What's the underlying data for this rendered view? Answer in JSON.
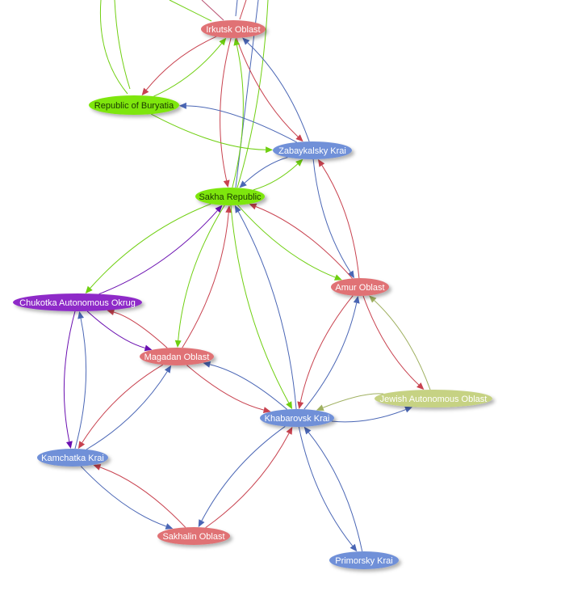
{
  "colors": {
    "red": "#c8424f",
    "green": "#6fcf10",
    "blue": "#4a66b5",
    "purple": "#6a0fb0",
    "olive": "#9fb060",
    "node_red": "#e07275",
    "node_green": "#7ee60a",
    "node_blue": "#7090d8",
    "node_purple": "#8e2bc8",
    "node_olive": "#c6d283"
  },
  "nodes": [
    {
      "id": "irkutsk",
      "label": "Irkutsk Oblast",
      "fill": "node_red",
      "text": "#ffffff"
    },
    {
      "id": "buryatia",
      "label": "Republic of Buryatia",
      "fill": "node_green",
      "text": "#1a3a00"
    },
    {
      "id": "zabaykalsky",
      "label": "Zabaykalsky Krai",
      "fill": "node_blue",
      "text": "#ffffff"
    },
    {
      "id": "sakha",
      "label": "Sakha Republic",
      "fill": "node_green",
      "text": "#1a3a00"
    },
    {
      "id": "amur",
      "label": "Amur Oblast",
      "fill": "node_red",
      "text": "#ffffff"
    },
    {
      "id": "chukotka",
      "label": "Chukotka Autonomous Okrug",
      "fill": "node_purple",
      "text": "#ffffff"
    },
    {
      "id": "magadan",
      "label": "Magadan Oblast",
      "fill": "node_red",
      "text": "#ffffff"
    },
    {
      "id": "jewish",
      "label": "Jewish Autonomous Oblast",
      "fill": "node_olive",
      "text": "#ffffff"
    },
    {
      "id": "khabarovsk",
      "label": "Khabarovsk Krai",
      "fill": "node_blue",
      "text": "#ffffff"
    },
    {
      "id": "kamchatka",
      "label": "Kamchatka Krai",
      "fill": "node_blue",
      "text": "#ffffff"
    },
    {
      "id": "sakhalin",
      "label": "Sakhalin Oblast",
      "fill": "node_red",
      "text": "#ffffff"
    },
    {
      "id": "primorsky",
      "label": "Primorsky Krai",
      "fill": "node_blue",
      "text": "#ffffff"
    }
  ],
  "edges": [
    [
      "irkutsk",
      "buryatia",
      "red"
    ],
    [
      "buryatia",
      "irkutsk",
      "green"
    ],
    [
      "irkutsk",
      "zabaykalsky",
      "red"
    ],
    [
      "zabaykalsky",
      "irkutsk",
      "blue"
    ],
    [
      "irkutsk",
      "sakha",
      "red"
    ],
    [
      "sakha",
      "irkutsk",
      "green"
    ],
    [
      "buryatia",
      "zabaykalsky",
      "green"
    ],
    [
      "zabaykalsky",
      "buryatia",
      "blue"
    ],
    [
      "sakha",
      "zabaykalsky",
      "green"
    ],
    [
      "zabaykalsky",
      "sakha",
      "blue"
    ],
    [
      "zabaykalsky",
      "amur",
      "blue"
    ],
    [
      "amur",
      "zabaykalsky",
      "red"
    ],
    [
      "sakha",
      "amur",
      "green"
    ],
    [
      "amur",
      "sakha",
      "red"
    ],
    [
      "sakha",
      "chukotka",
      "green"
    ],
    [
      "chukotka",
      "sakha",
      "purple"
    ],
    [
      "sakha",
      "magadan",
      "green"
    ],
    [
      "magadan",
      "sakha",
      "red"
    ],
    [
      "sakha",
      "khabarovsk",
      "green"
    ],
    [
      "khabarovsk",
      "sakha",
      "blue"
    ],
    [
      "chukotka",
      "magadan",
      "purple"
    ],
    [
      "magadan",
      "chukotka",
      "red"
    ],
    [
      "chukotka",
      "kamchatka",
      "purple"
    ],
    [
      "kamchatka",
      "chukotka",
      "blue"
    ],
    [
      "magadan",
      "kamchatka",
      "red"
    ],
    [
      "kamchatka",
      "magadan",
      "blue"
    ],
    [
      "magadan",
      "khabarovsk",
      "red"
    ],
    [
      "khabarovsk",
      "magadan",
      "blue"
    ],
    [
      "amur",
      "khabarovsk",
      "red"
    ],
    [
      "khabarovsk",
      "amur",
      "blue"
    ],
    [
      "amur",
      "jewish",
      "red"
    ],
    [
      "jewish",
      "amur",
      "olive"
    ],
    [
      "jewish",
      "khabarovsk",
      "olive"
    ],
    [
      "khabarovsk",
      "jewish",
      "blue"
    ],
    [
      "khabarovsk",
      "sakhalin",
      "blue"
    ],
    [
      "sakhalin",
      "khabarovsk",
      "red"
    ],
    [
      "kamchatka",
      "sakhalin",
      "blue"
    ],
    [
      "sakhalin",
      "kamchatka",
      "red"
    ],
    [
      "khabarovsk",
      "primorsky",
      "blue"
    ],
    [
      "primorsky",
      "khabarovsk",
      "blue"
    ]
  ]
}
